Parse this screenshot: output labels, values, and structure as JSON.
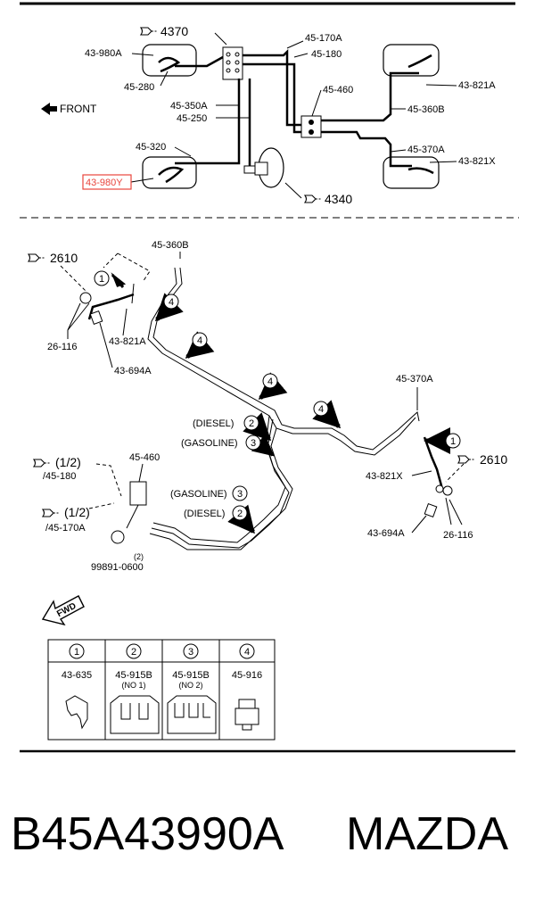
{
  "top": {
    "ref_4370": "4370",
    "ref_4340": "4340",
    "front": "FRONT",
    "labels": {
      "l43980A": "43-980A",
      "l45280": "45-280",
      "l45350A": "45-350A",
      "l45250": "45-250",
      "l45320": "45-320",
      "l43980Y": "43-980Y",
      "l45170A": "45-170A",
      "l45180": "45-180",
      "l45460": "45-460",
      "l45360B": "45-360B",
      "l45370A": "45-370A",
      "l43821A": "43-821A",
      "l43821X": "43-821X"
    }
  },
  "detail": {
    "ref_2610_left": "2610",
    "ref_2610_right": "2610",
    "ref_half_1": "(1/2)",
    "ref_half_1_sub": "/45-180",
    "ref_half_2": "(1/2)",
    "ref_half_2_sub": "/45-170A",
    "labels": {
      "d45360B": "45-360B",
      "d26116L": "26-116",
      "d43821A": "43-821A",
      "d43694AL": "43-694A",
      "d45370A": "45-370A",
      "d43821X": "43-821X",
      "d43694AR": "43-694A",
      "d26116R": "26-116",
      "d45460": "45-460",
      "d99891": "99891-0600",
      "d99891qty": "(2)",
      "diesel1": "(DIESEL)",
      "gasoline1": "(GASOLINE)",
      "gasoline2": "(GASOLINE)",
      "diesel2": "(DIESEL)"
    },
    "fwd": "FWD",
    "callouts": {
      "n1": "1",
      "n2": "2",
      "n3": "3",
      "n4": "4"
    }
  },
  "legend": {
    "items": [
      {
        "num": "1",
        "part": "43-635",
        "sub": ""
      },
      {
        "num": "2",
        "part": "45-915B",
        "sub": "(NO 1)"
      },
      {
        "num": "3",
        "part": "45-915B",
        "sub": "(NO 2)"
      },
      {
        "num": "4",
        "part": "45-916",
        "sub": ""
      }
    ]
  },
  "footer": {
    "part_number": "B45A43990A",
    "brand": "MAZDA"
  },
  "colors": {
    "highlight": "#e8453c",
    "line": "#000000"
  }
}
